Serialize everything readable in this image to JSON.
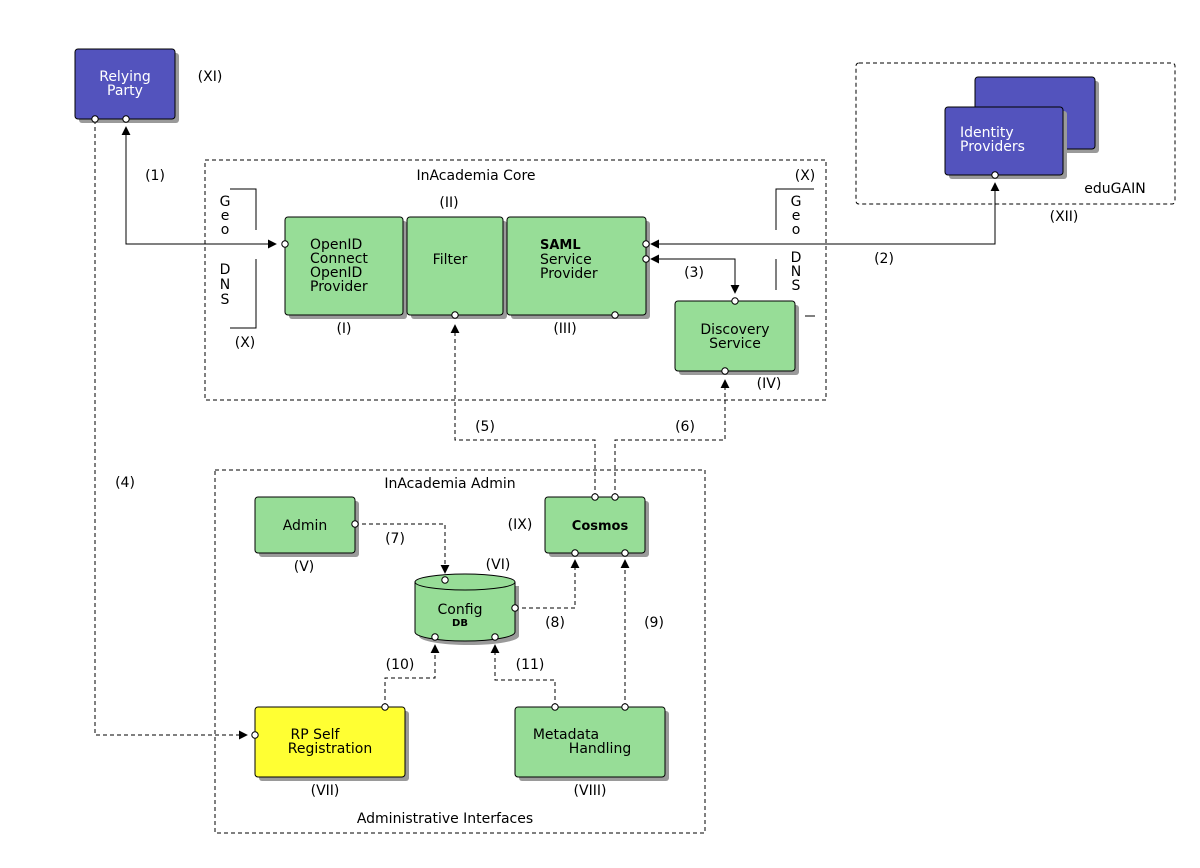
{
  "groups": {
    "core": "InAcademia Core",
    "admin": "InAcademia Admin",
    "admin_interfaces": "Administrative Interfaces",
    "edugain": "eduGAIN"
  },
  "nodes": {
    "relying_party": [
      "Relying",
      "Party"
    ],
    "identity_providers": [
      "Identity",
      "Providers"
    ],
    "openid": [
      "OpenID",
      "Connect",
      "OpenID",
      "Provider"
    ],
    "filter": "Filter",
    "saml": [
      "SAML",
      "Service",
      "Provider"
    ],
    "discovery": [
      "Discovery",
      "Service"
    ],
    "admin": "Admin",
    "cosmos": "Cosmos",
    "config_db": [
      "Config",
      "DB"
    ],
    "rp_self_registration": [
      "RP Self",
      "Registration"
    ],
    "metadata_handling": [
      "Metadata",
      "Handling"
    ]
  },
  "side_labels": {
    "geo_left": [
      "G",
      "e",
      "o"
    ],
    "dns_left": [
      "D",
      "N",
      "S"
    ],
    "geo_right": [
      "G",
      "e",
      "o"
    ],
    "dns_right": [
      "D",
      "N",
      "S"
    ]
  },
  "roman_labels": {
    "i": "(I)",
    "ii": "(II)",
    "iii": "(III)",
    "iv": "(IV)",
    "v": "(V)",
    "vi": "(VI)",
    "vii": "(VII)",
    "viii": "(VIII)",
    "ix": "(IX)",
    "x_left": "(X)",
    "x_right": "(X)",
    "xi": "(XI)",
    "xii": "(XII)"
  },
  "flow_labels": {
    "f1": "(1)",
    "f2": "(2)",
    "f3": "(3)",
    "f4": "(4)",
    "f5": "(5)",
    "f6": "(6)",
    "f7": "(7)",
    "f8": "(8)",
    "f9": "(9)",
    "f10": "(10)",
    "f11": "(11)"
  },
  "colors": {
    "component": "#97dd97",
    "external": "#5353bd",
    "self_registration": "#ffff33"
  }
}
